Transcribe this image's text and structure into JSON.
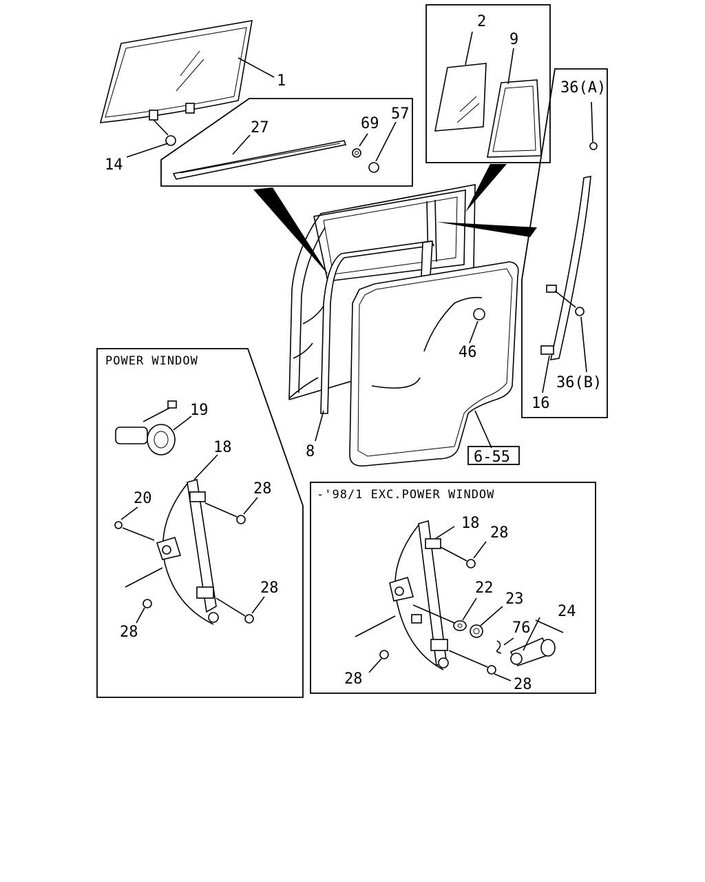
{
  "diagram": {
    "callouts": {
      "c1": "1",
      "c2": "2",
      "c9": "9",
      "c14": "14",
      "c27": "27",
      "c69": "69",
      "c57": "57",
      "c36a": "36(A)",
      "c36b": "36(B)",
      "c16": "16",
      "c46": "46",
      "c8": "8",
      "c19": "19",
      "c18": "18",
      "c20": "20",
      "c28a": "28",
      "c28b": "28",
      "c28c": "28",
      "c18b": "18",
      "c28d": "28",
      "c22": "22",
      "c23": "23",
      "c24": "24",
      "c76": "76",
      "c28e": "28",
      "c28f": "28"
    },
    "ref_box": "6-55",
    "panel_power_window": "POWER WINDOW",
    "panel_manual_window": "-'98/1 EXC.POWER WINDOW"
  }
}
